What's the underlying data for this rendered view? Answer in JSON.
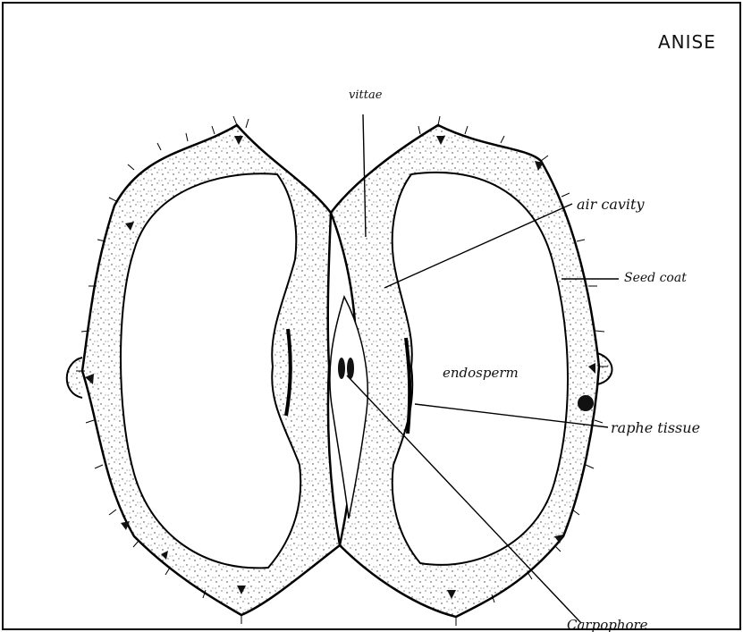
{
  "diagram": {
    "title": "ANISE",
    "labels": {
      "vittae": "vittae",
      "air_cavity": "air cavity",
      "seed_coat": "Seed coat",
      "endosperm": "endosperm",
      "raphe_tissue": "raphe tissue",
      "carpophore": "Carpophore"
    },
    "colors": {
      "ink": "#111111",
      "paper": "#ffffff"
    }
  }
}
